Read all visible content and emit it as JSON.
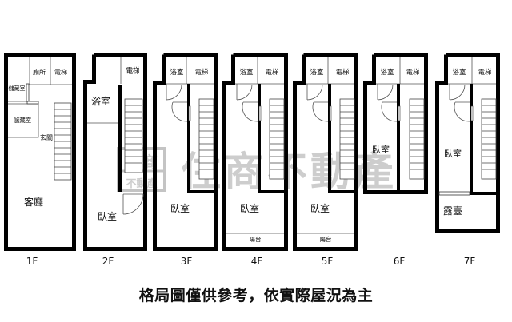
{
  "watermark": {
    "brand": "住商不動產",
    "logo_top": "住商",
    "logo_bottom": "不動產",
    "color": "#bdbdbd"
  },
  "floors": [
    {
      "id": "1F",
      "label": "1F",
      "rooms": [
        "廁所",
        "電梯",
        "儲藏室",
        "儲藏室",
        "玄關",
        "客廳"
      ]
    },
    {
      "id": "2F",
      "label": "2F",
      "rooms": [
        "電梯",
        "浴室",
        "臥室"
      ]
    },
    {
      "id": "3F",
      "label": "3F",
      "rooms": [
        "浴室",
        "電梯",
        "臥室"
      ]
    },
    {
      "id": "4F",
      "label": "4F",
      "rooms": [
        "浴室",
        "電梯",
        "臥室",
        "陽台"
      ]
    },
    {
      "id": "5F",
      "label": "5F",
      "rooms": [
        "浴室",
        "電梯",
        "臥室",
        "陽台"
      ]
    },
    {
      "id": "6F",
      "label": "6F",
      "rooms": [
        "浴室",
        "電梯",
        "臥室"
      ]
    },
    {
      "id": "7F",
      "label": "7F",
      "rooms": [
        "浴室",
        "電梯",
        "臥室",
        "露臺"
      ]
    }
  ],
  "caption": "格局圖僅供參考，依實際屋況為主",
  "colors": {
    "wall": "#000000",
    "background": "#ffffff",
    "text": "#111111"
  }
}
